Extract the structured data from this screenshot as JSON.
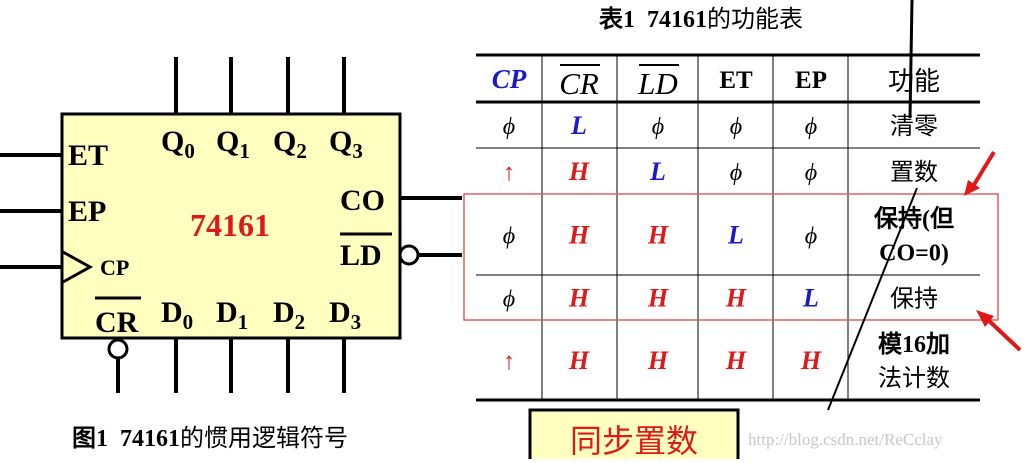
{
  "chip": {
    "part_number": "74161",
    "inputs_left": [
      "ET",
      "EP",
      "CP"
    ],
    "outputs_top": [
      {
        "base": "Q",
        "sub": "0"
      },
      {
        "base": "Q",
        "sub": "1"
      },
      {
        "base": "Q",
        "sub": "2"
      },
      {
        "base": "Q",
        "sub": "3"
      }
    ],
    "inputs_bottom": [
      {
        "base": "D",
        "sub": "0"
      },
      {
        "base": "D",
        "sub": "1"
      },
      {
        "base": "D",
        "sub": "2"
      },
      {
        "base": "D",
        "sub": "3"
      }
    ],
    "co_label": "CO",
    "ld_label": "LD",
    "cr_label": "CR",
    "caption_prefix": "图1",
    "caption_number": "74161",
    "caption_suffix": "的惯用逻辑符号",
    "body_color": "#ffffc0",
    "number_color": "#e01818"
  },
  "table": {
    "title_prefix": "表1",
    "title_number": "74161",
    "title_suffix": "的功能表",
    "headers": [
      "CP",
      "CR",
      "LD",
      "ET",
      "EP",
      "功能"
    ],
    "rows": [
      {
        "cells": [
          "ϕ",
          "L",
          "ϕ",
          "ϕ",
          "ϕ"
        ],
        "func": [
          "清零"
        ]
      },
      {
        "cells": [
          "↑",
          "H",
          "L",
          "ϕ",
          "ϕ"
        ],
        "func": [
          "置数"
        ]
      },
      {
        "cells": [
          "ϕ",
          "H",
          "H",
          "L",
          "ϕ"
        ],
        "func": [
          "保持(但",
          "CO=0)"
        ]
      },
      {
        "cells": [
          "ϕ",
          "H",
          "H",
          "H",
          "L"
        ],
        "func": [
          "保持"
        ]
      },
      {
        "cells": [
          "↑",
          "H",
          "H",
          "H",
          "H"
        ],
        "func": [
          "模16加",
          "法计数"
        ]
      }
    ],
    "colors": {
      "H": "#e01818",
      "L": "#1a1acc",
      "arrow": "#e01818",
      "CP": "#1a1acc",
      "phi": "#000000",
      "highlight": "#e06060"
    }
  },
  "annotation": {
    "label": "同步置数",
    "box_color": "#ffffc0",
    "text_color": "#e01818"
  },
  "watermark": "http://blog.csdn.net/ReCclay"
}
